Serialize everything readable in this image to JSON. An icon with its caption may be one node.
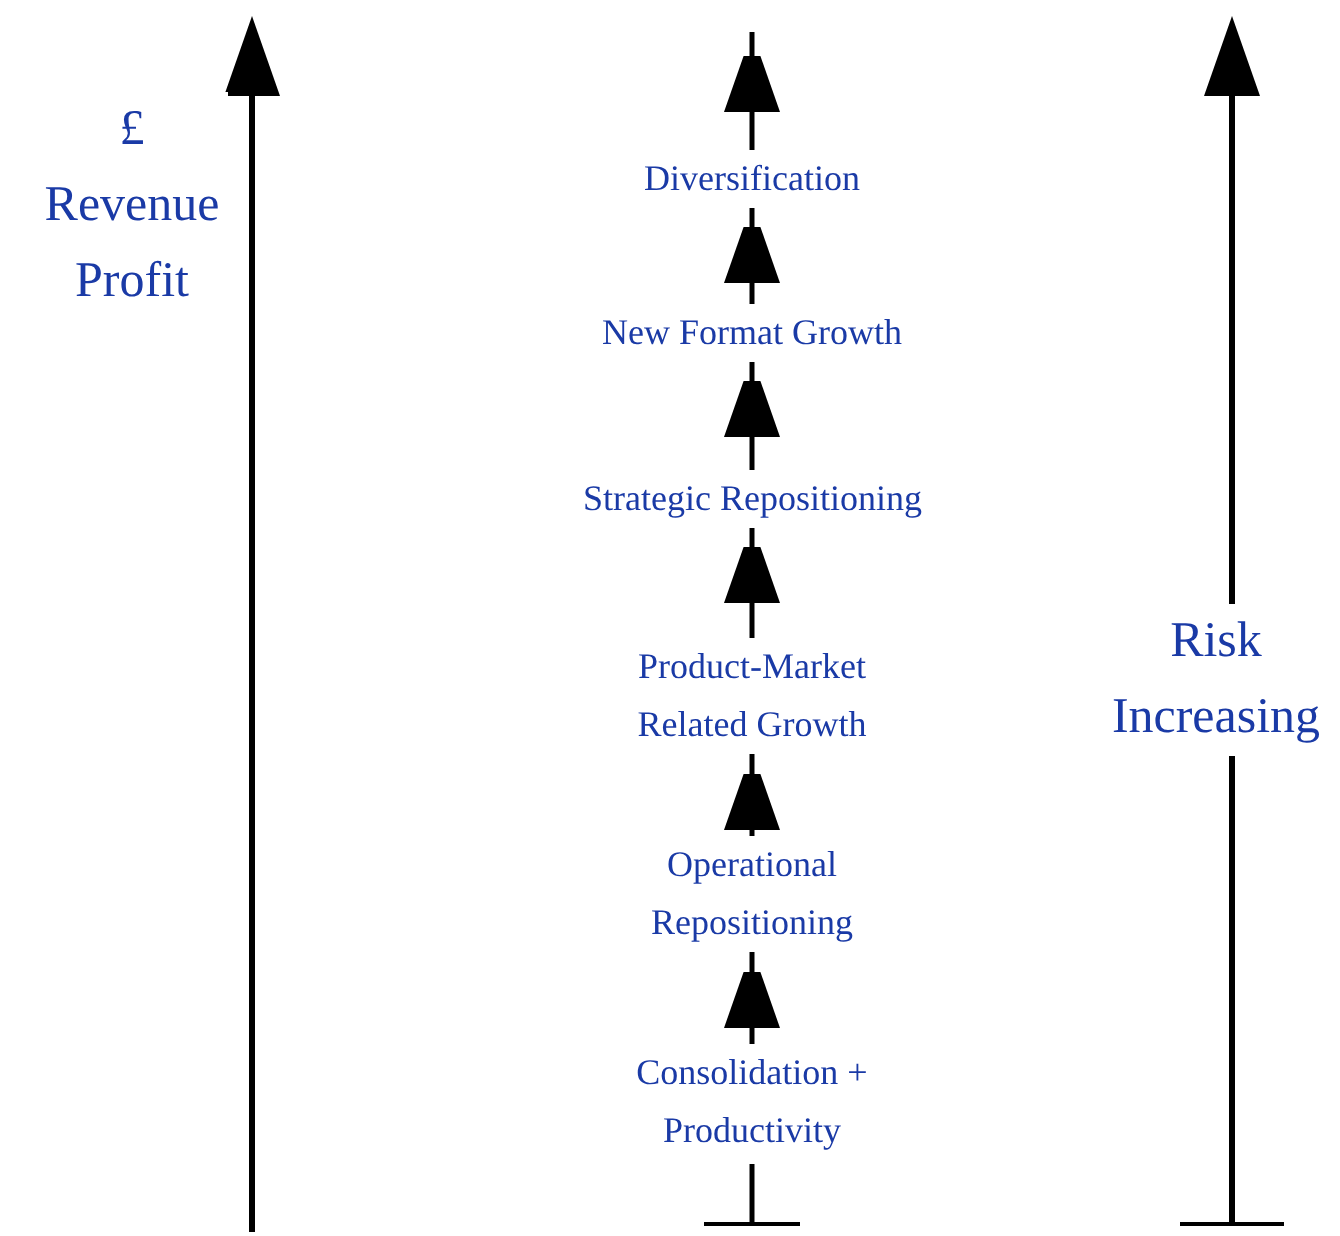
{
  "diagram": {
    "nodes": [
      {
        "text": [
          "Consolidation + Productivity"
        ]
      },
      {
        "text": [
          "Operational Repositioning"
        ]
      },
      {
        "text": [
          "Product-Market Related Growth"
        ]
      },
      {
        "text": [
          "Strategic Repositioning"
        ]
      },
      {
        "text": [
          "New Format Growth"
        ]
      },
      {
        "text": [
          "Diversification"
        ]
      }
    ],
    "edges": [
      {
        "from": 0,
        "to": 1,
        "arrow": "to"
      },
      {
        "from": 1,
        "to": 2,
        "arrow": "to"
      },
      {
        "from": 2,
        "to": 3,
        "arrow": "to"
      },
      {
        "from": 3,
        "to": 4,
        "arrow": "to"
      },
      {
        "from": 4,
        "to": 5,
        "arrow": "to"
      },
      {
        "from": 5,
        "to": null,
        "arrow": "to"
      }
    ],
    "labels": [
      "£ Revenue Profit",
      "Risk Increasing"
    ]
  }
}
